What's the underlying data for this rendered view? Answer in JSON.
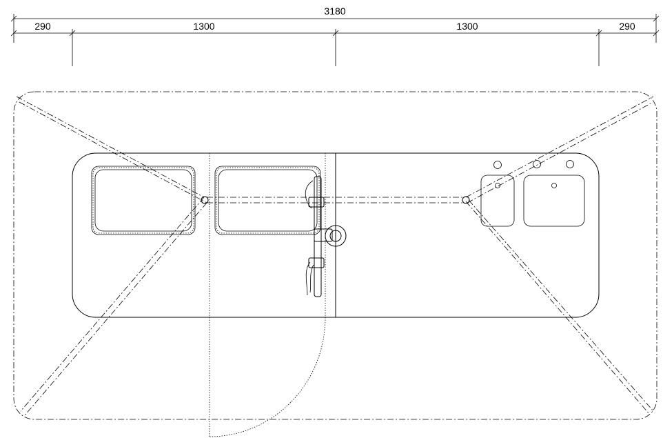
{
  "dimensions": {
    "total": "3180",
    "left_margin": "290",
    "left_bay": "1300",
    "right_bay": "1300",
    "right_margin": "290"
  }
}
